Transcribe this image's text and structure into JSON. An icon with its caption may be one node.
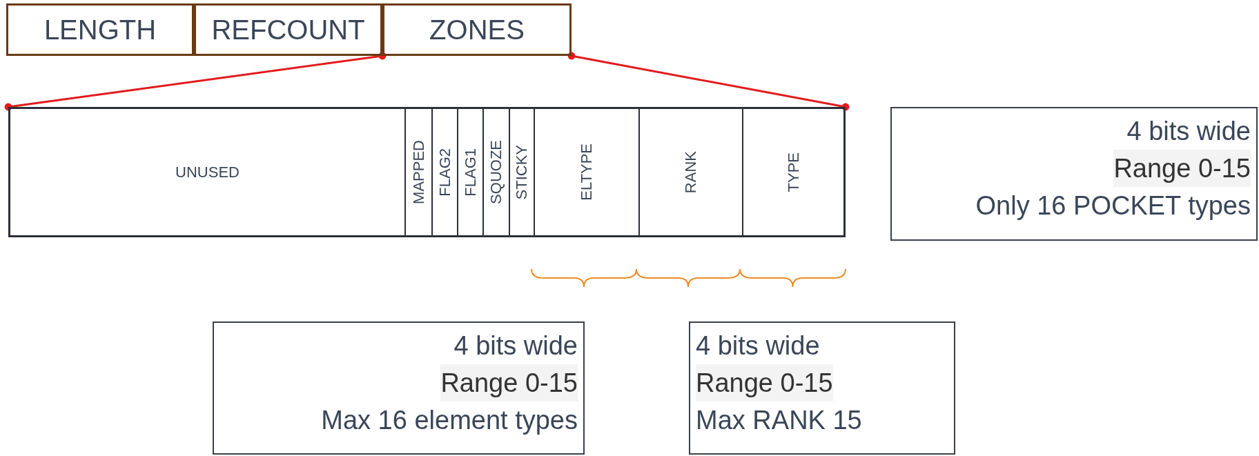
{
  "diagram": {
    "nodes": [
      {
        "text": [
          "LENGTH"
        ]
      },
      {
        "text": [
          "REFCOUNT"
        ]
      },
      {
        "text": [
          "ZONES"
        ]
      },
      {
        "text": [],
        "shape": "box"
      },
      {
        "text": [
          "UNUSED"
        ],
        "in": 3
      },
      {
        "text": [
          "MAPPED"
        ],
        "in": 3
      },
      {
        "text": [
          "FLAG2"
        ],
        "in": 3
      },
      {
        "text": [
          "FLAG1"
        ],
        "in": 3
      },
      {
        "text": [
          "SQUOZE"
        ],
        "in": 3
      },
      {
        "text": [
          "STICKY"
        ],
        "in": 3
      },
      {
        "text": [
          "ELTYPE"
        ],
        "in": 3
      },
      {
        "text": [
          "RANK"
        ],
        "in": 3
      },
      {
        "text": [
          "TYPE"
        ],
        "in": 3
      },
      {
        "text": [
          "4 bits wide",
          "Range 0-15",
          "Only 16 POCKET types"
        ]
      },
      {
        "text": [
          "4 bits wide",
          "Range 0-15",
          "Max 16 element types"
        ]
      },
      {
        "text": [
          "4 bits wide",
          "Range 0-15",
          "Max RANK 15"
        ]
      }
    ],
    "edges": [
      {
        "from": 2,
        "to": 3,
        "arrow": "other"
      },
      {
        "from": 2,
        "to": 3,
        "arrow": "other"
      }
    ]
  }
}
